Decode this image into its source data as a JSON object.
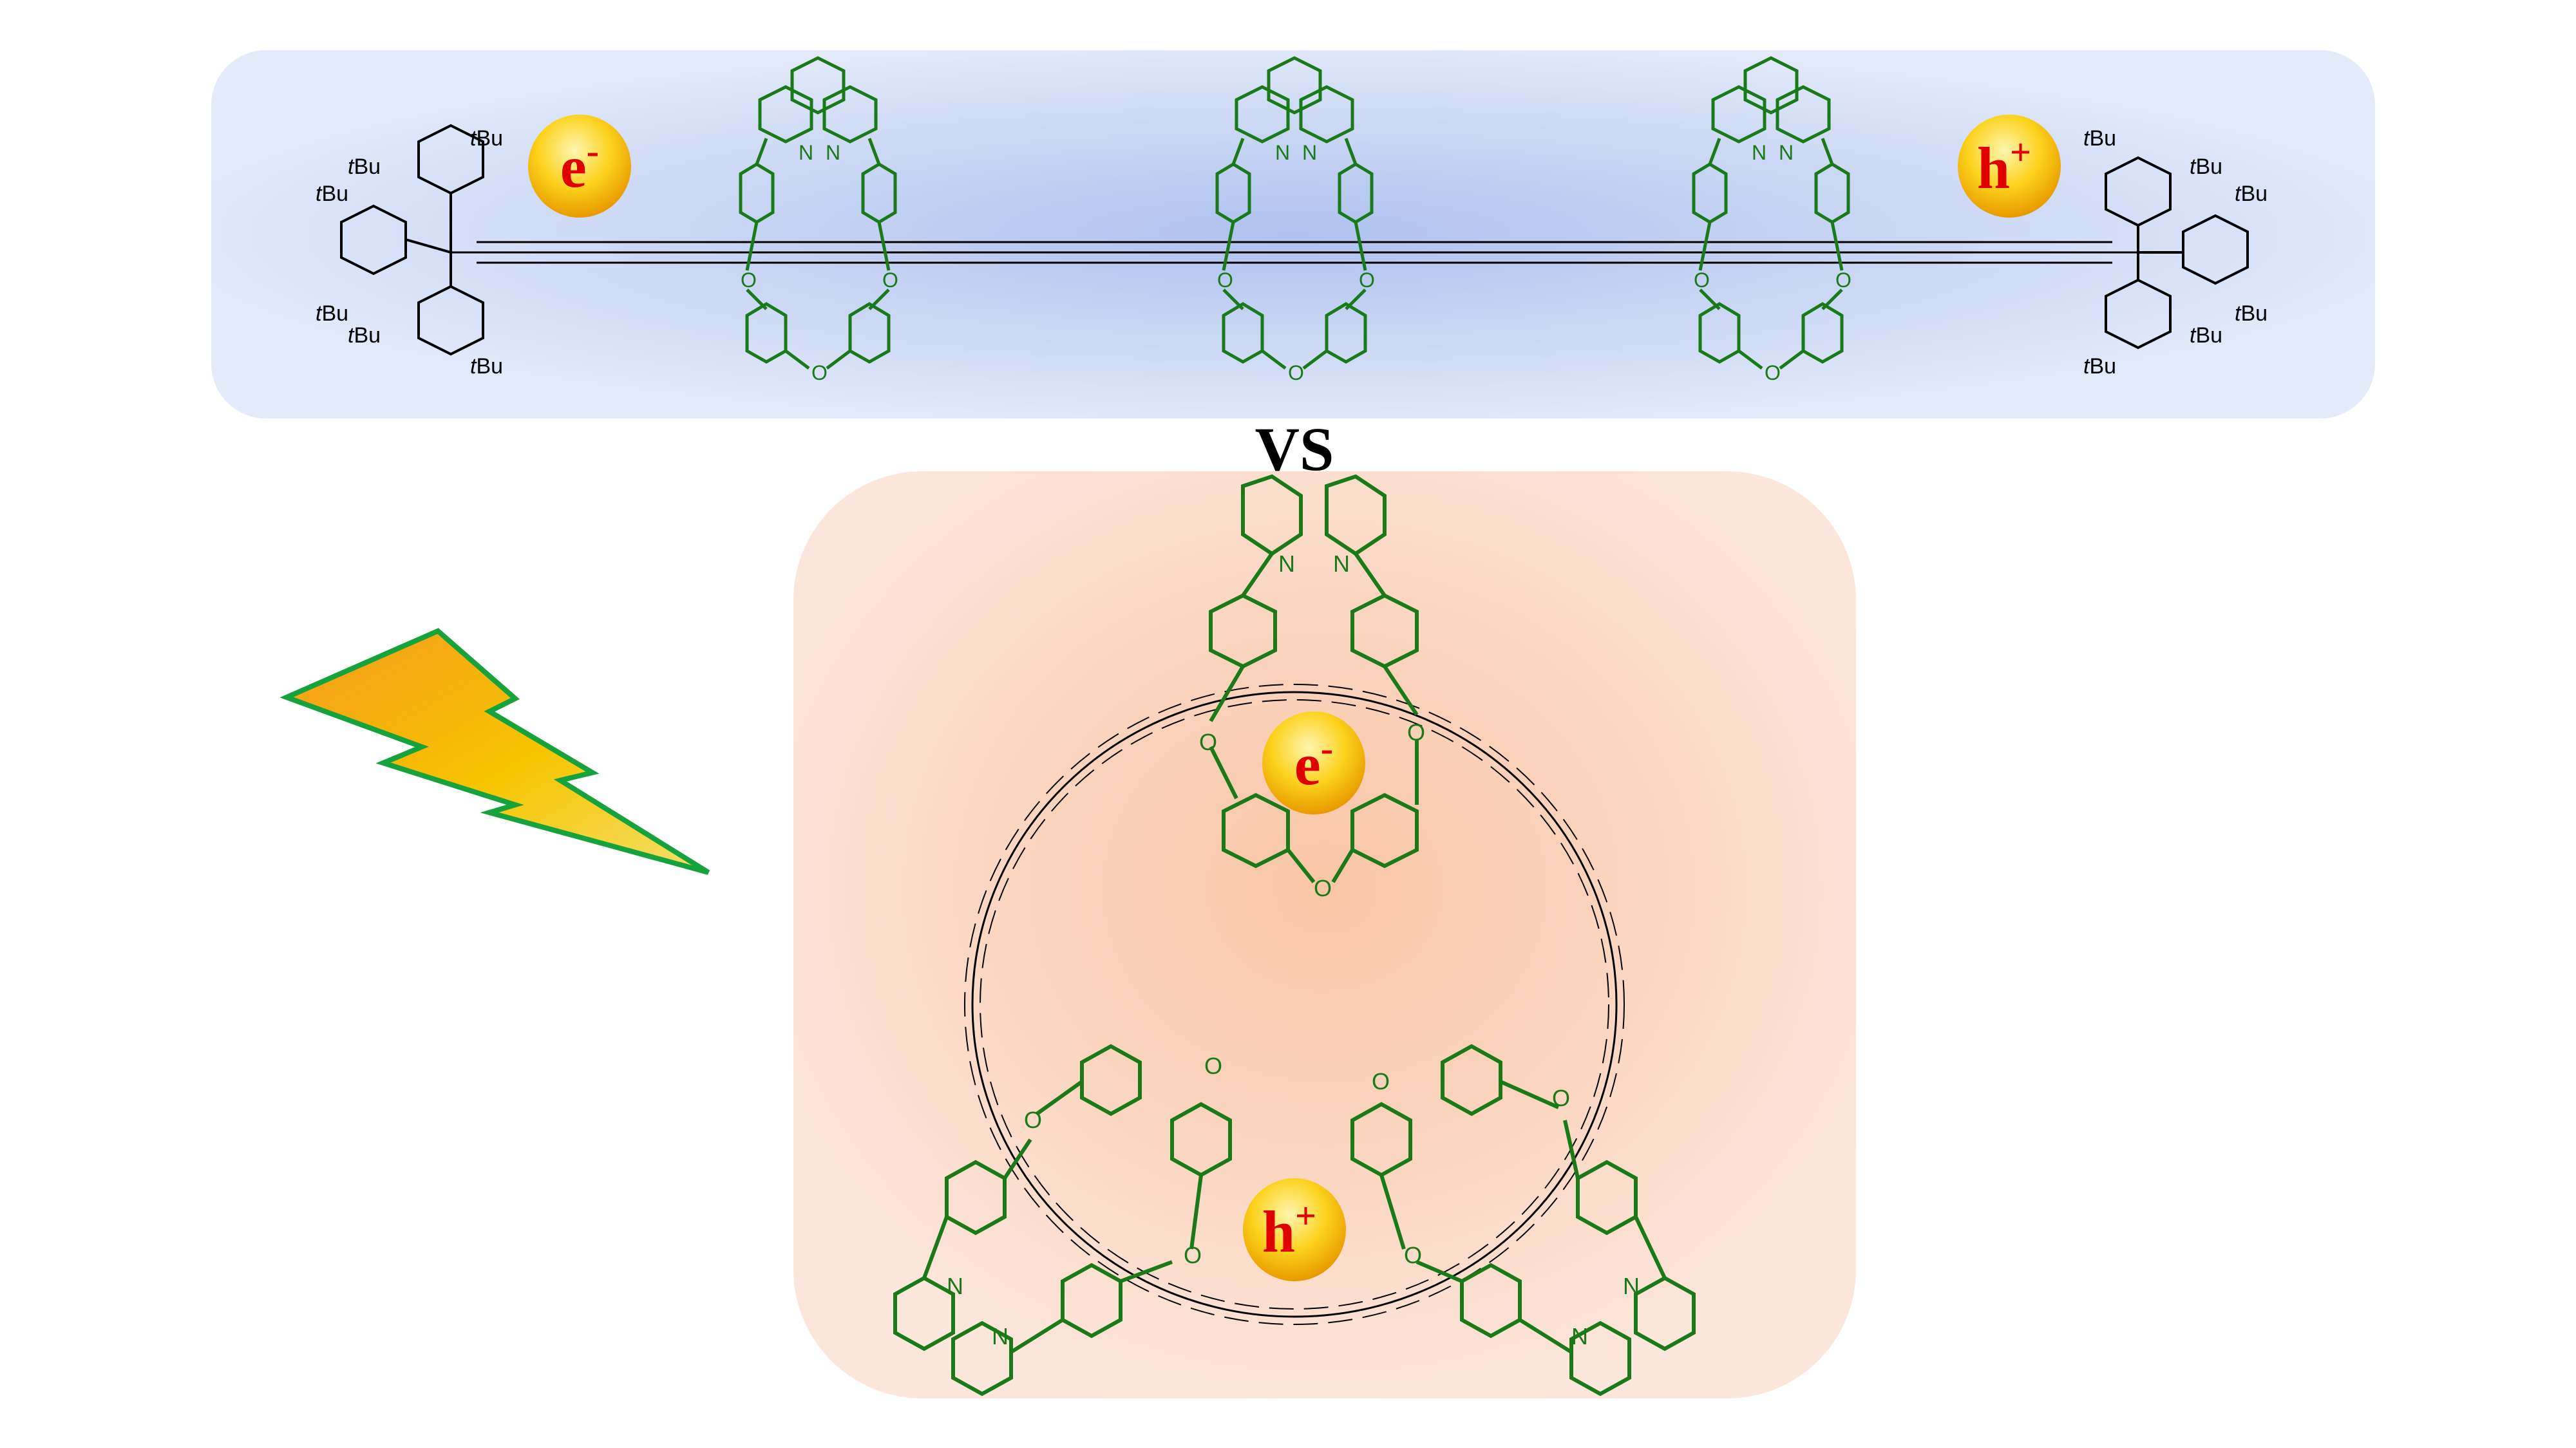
{
  "top_panel": {
    "left_badge": {
      "text": "e",
      "sup": "-"
    },
    "right_badge": {
      "text": "h",
      "sup": "+"
    },
    "substituent": "tBu",
    "substituent_prefix": "t",
    "substituent_suffix": "Bu",
    "atoms": {
      "N": "N",
      "O": "O"
    }
  },
  "vs_label": "VS",
  "bottom_panel": {
    "center_badge_top": {
      "text": "e",
      "sup": "-"
    },
    "center_badge_bottom": {
      "text": "h",
      "sup": "+"
    },
    "atoms": {
      "N": "N",
      "O": "O"
    }
  },
  "colors": {
    "top_panel_center": "#aec2ef",
    "top_panel_edge": "#e4ebfa",
    "bottom_panel_center": "#f9c5a6",
    "bottom_panel_edge": "#fde7dc",
    "green_structure": "#1a7a1a",
    "black_structure": "#000000",
    "badge_gold": "#f5b400",
    "badge_text": "#e00000",
    "bolt_fill_top": "#f59a1e",
    "bolt_fill_bottom": "#f3e06b",
    "bolt_stroke": "#17a33c"
  },
  "icons": [
    "lightning-bolt-icon",
    "electron-badge-icon",
    "hole-badge-icon"
  ]
}
